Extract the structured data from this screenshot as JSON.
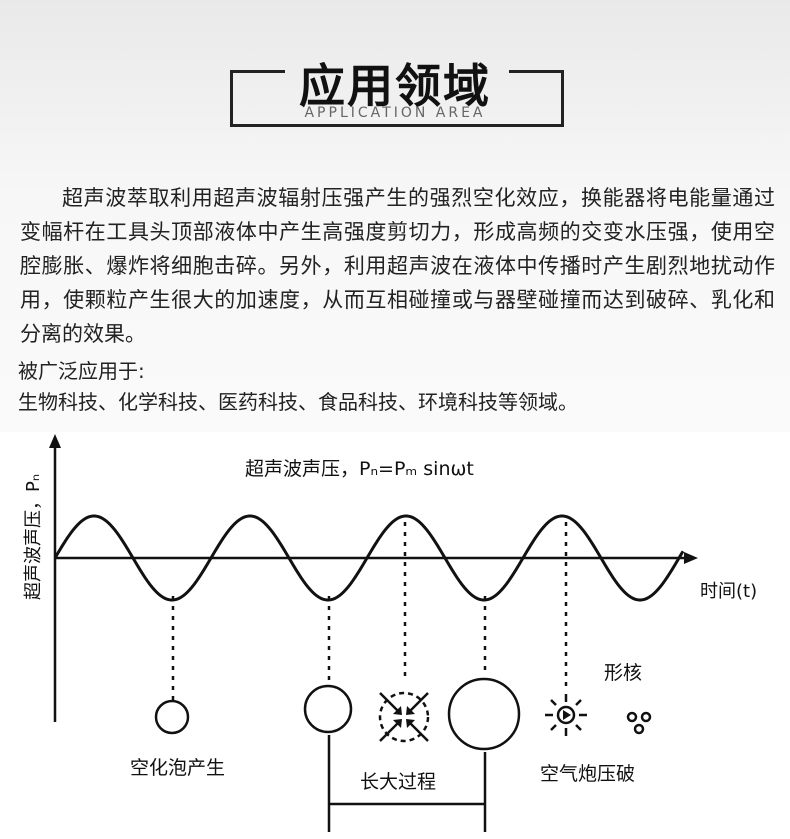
{
  "title": {
    "main": "应用领域",
    "sub": "APPLICATION AREA"
  },
  "intro": {
    "paragraph": "超声波萃取利用超声波辐射压强产生的强烈空化效应，换能器将电能量通过变幅杆在工具头顶部液体中产生高强度剪切力，形成高频的交变水压强，使用空腔膨胀、爆炸将细胞击碎。另外，利用超声波在液体中传播时产生剧烈地扰动作用，使颗粒产生很大的加速度，从而互相碰撞或与器壁碰撞而达到破碎、乳化和分离的效果。"
  },
  "applications": {
    "label": "被广泛应用于:",
    "fields": "生物科技、化学科技、医药科技、食品科技、环境科技等领域。"
  },
  "diagram": {
    "y_axis_label": "超声波声压，Pₙ",
    "wave_label": "超声波声压，Pₙ=Pₘ sinωt",
    "x_axis_label": "时间(t)",
    "stages": {
      "generation": "空化泡产生",
      "growth": "长大过程",
      "collapse": "空气炮压破",
      "nucleation": "形核"
    }
  }
}
